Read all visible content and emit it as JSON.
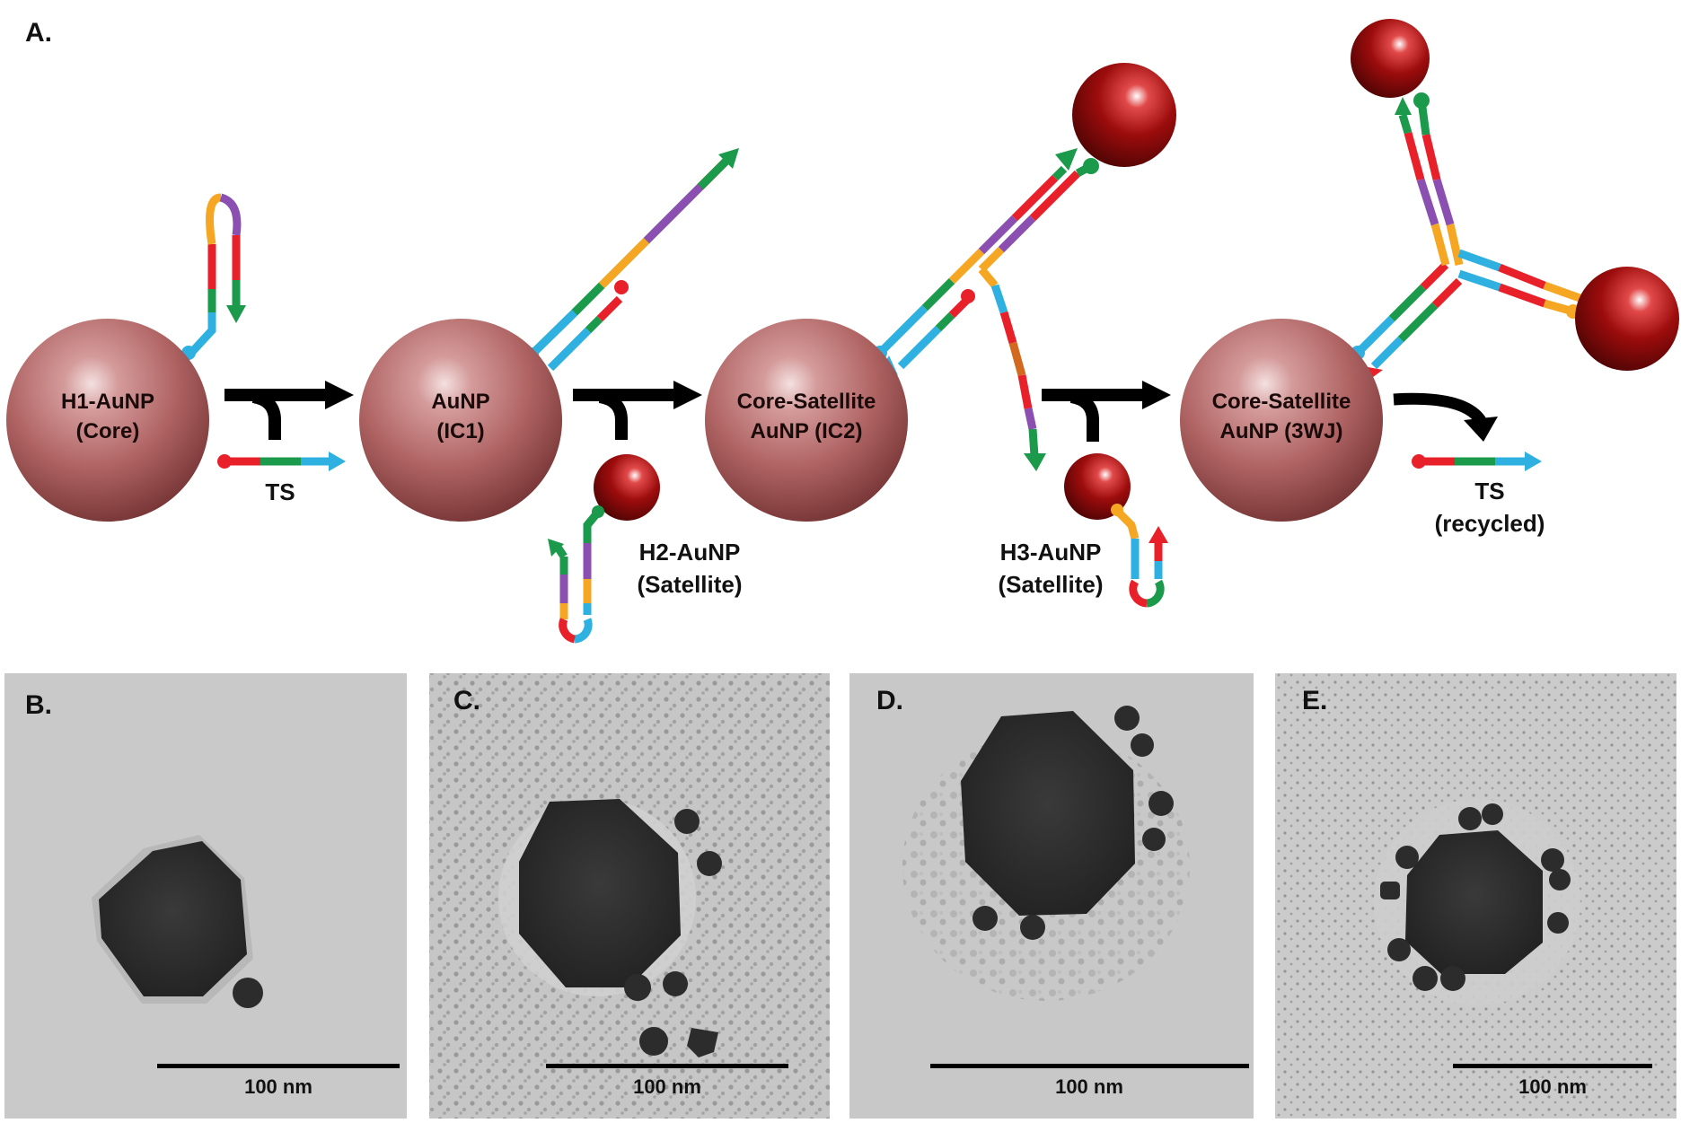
{
  "panel_a": {
    "label": "A.",
    "core_h1": {
      "line1": "H1-AuNP",
      "line2": "(Core)"
    },
    "ic1": {
      "line1": "AuNP",
      "line2": "(IC1)"
    },
    "ic2": {
      "line1": "Core-Satellite",
      "line2": "AuNP (IC2)"
    },
    "wj3": {
      "line1": "Core-Satellite",
      "line2": "AuNP (3WJ)"
    },
    "ts_label": "TS",
    "ts_recycled": {
      "line1": "TS",
      "line2": "(recycled)"
    },
    "h2": {
      "line1": "H2-AuNP",
      "line2": "(Satellite)"
    },
    "h3": {
      "line1": "H3-AuNP",
      "line2": "(Satellite)"
    }
  },
  "tem_panels": [
    {
      "label": "B.",
      "scale": "100 nm"
    },
    {
      "label": "C.",
      "scale": "100 nm"
    },
    {
      "label": "D.",
      "scale": "100 nm"
    },
    {
      "label": "E.",
      "scale": "100 nm"
    }
  ],
  "colors": {
    "red": "#e8202a",
    "green": "#1a9a4a",
    "blue": "#2eb0e0",
    "orange": "#f5a623",
    "purple": "#8a4fb0",
    "core": "#b86a6a",
    "satellite": "#8a0a0a"
  }
}
